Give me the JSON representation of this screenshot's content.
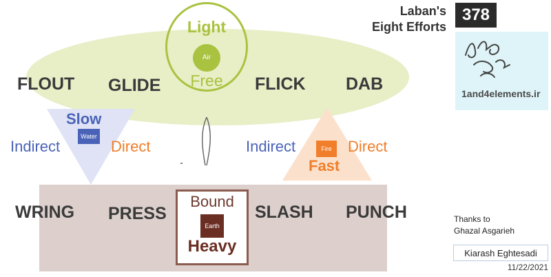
{
  "header": {
    "title_line1": "Laban's",
    "title_line2": "Eight Efforts",
    "number": "378"
  },
  "logo": {
    "site": "1and4elements.ir"
  },
  "air": {
    "top_label": "Light",
    "element": "Air",
    "bottom_label": "Free",
    "color": "#a9c23f"
  },
  "earth": {
    "top_label": "Bound",
    "element": "Earth",
    "bottom_label": "Heavy",
    "color": "#6b2e23"
  },
  "water": {
    "label": "Slow",
    "element": "Water",
    "left": "Indirect",
    "right": "Direct",
    "color": "#4a63b8"
  },
  "fire": {
    "label": "Fast",
    "element": "Fire",
    "left": "Indirect",
    "right": "Direct",
    "color": "#f07e2a"
  },
  "efforts_top": [
    "FLOUT",
    "GLIDE",
    "FLICK",
    "DAB"
  ],
  "efforts_bottom": [
    "WRING",
    "PRESS",
    "SLASH",
    "PUNCH"
  ],
  "credits": {
    "thanks_line1": "Thanks to",
    "thanks_line2": "Ghazal Asgarieh",
    "author": "Kiarash Eghtesadi",
    "date": "11/22/2021"
  }
}
